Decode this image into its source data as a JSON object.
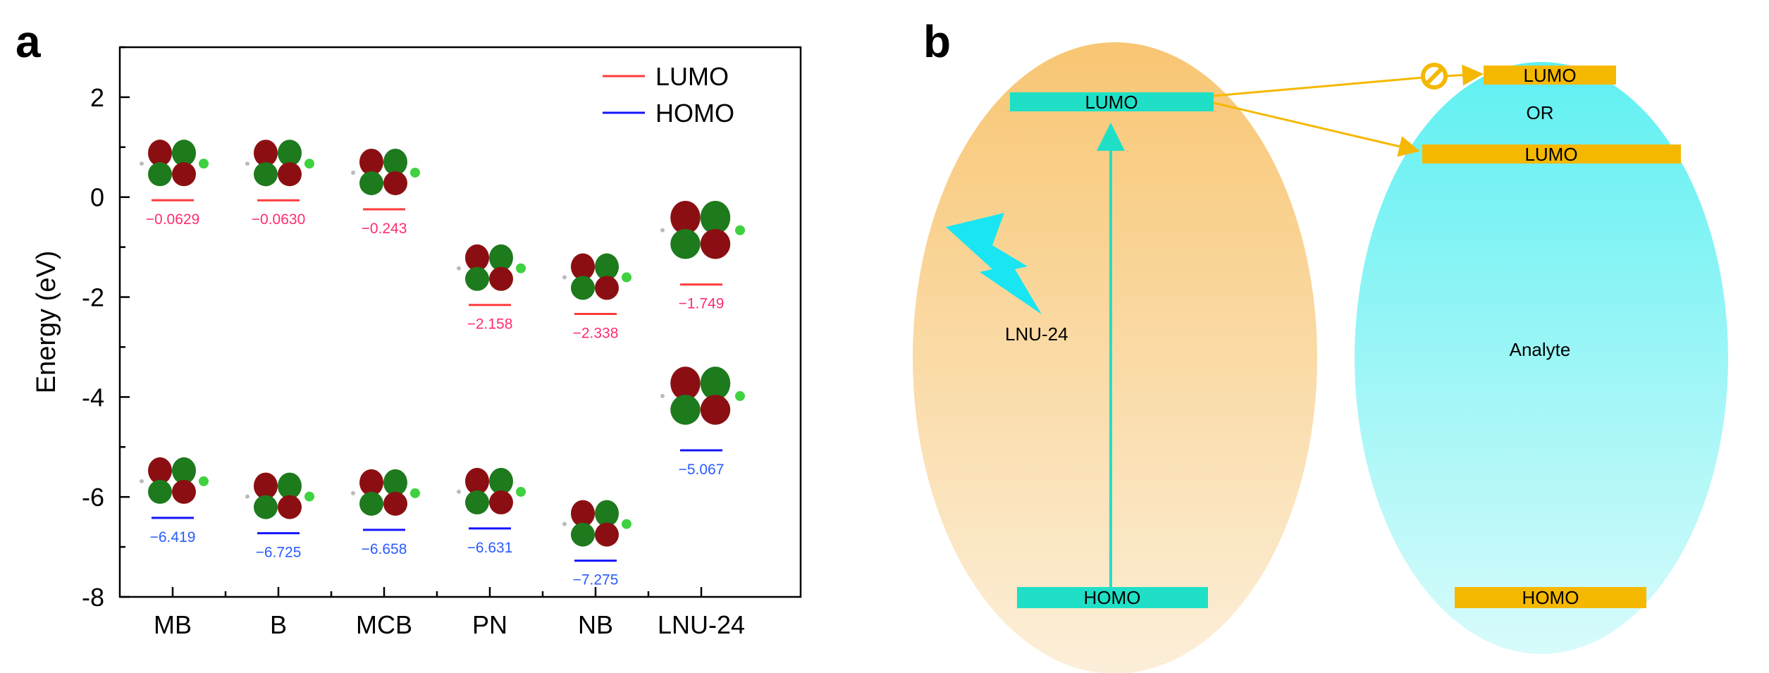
{
  "panels": {
    "a": "a",
    "b": "b"
  },
  "chart_data": {
    "type": "scatter",
    "ylabel": "Energy (eV)",
    "xlabel": "",
    "ylim": [
      -8,
      3
    ],
    "yticks": [
      2,
      0,
      -2,
      -4,
      -6,
      -8
    ],
    "grid": false,
    "legend_position": "top-right",
    "categories": [
      "MB",
      "B",
      "MCB",
      "PN",
      "NB",
      "LNU-24"
    ],
    "series": [
      {
        "name": "LUMO",
        "color": "#ff3b3b",
        "label_color": "#ff2d6e",
        "values": [
          -0.0629,
          -0.063,
          -0.243,
          -2.158,
          -2.338,
          -1.749
        ],
        "labels": [
          "−0.0629",
          "−0.0630",
          "−0.243",
          "−2.158",
          "−2.338",
          "−1.749"
        ]
      },
      {
        "name": "HOMO",
        "color": "#1515ff",
        "label_color": "#2a5bff",
        "values": [
          -6.419,
          -6.725,
          -6.658,
          -6.631,
          -7.275,
          -5.067
        ],
        "labels": [
          "−6.419",
          "−6.725",
          "−6.658",
          "−6.631",
          "−7.275",
          "−5.067"
        ]
      }
    ]
  },
  "diagram": {
    "donor_name": "LNU-24",
    "analyte_name": "Analyte",
    "donor_lumo": "LUMO",
    "donor_homo": "HOMO",
    "analyte_lumo_upper": "LUMO",
    "analyte_or": "OR",
    "analyte_lumo_lower": "LUMO",
    "analyte_homo": "HOMO",
    "colors": {
      "donor": "#f7c87a",
      "analyte": "#66f2f2",
      "level_teal": "#1fe0c6",
      "level_gold": "#f5b800",
      "arrow": "#f5b800",
      "excitation": "#1fe0c6"
    }
  }
}
